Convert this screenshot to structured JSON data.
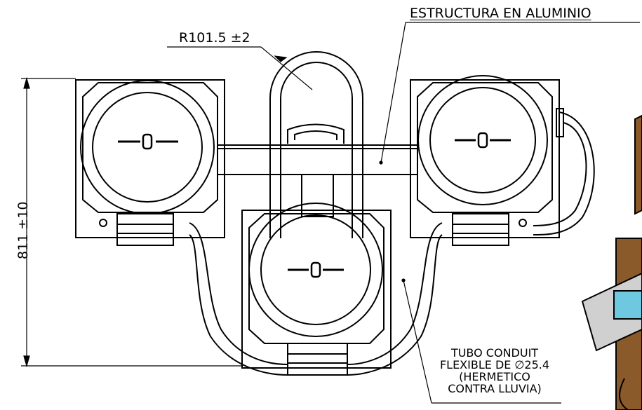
{
  "labels": {
    "structure": "ESTRUCTURA EN ALUMINIO",
    "radius": "R101.5 ±2",
    "height": "811 ±10",
    "conduit": [
      "TUBO CONDUIT",
      "FLEXIBLE DE  ∅25.4",
      "(HERMETICO",
      "CONTRA LLUVIA)"
    ]
  }
}
